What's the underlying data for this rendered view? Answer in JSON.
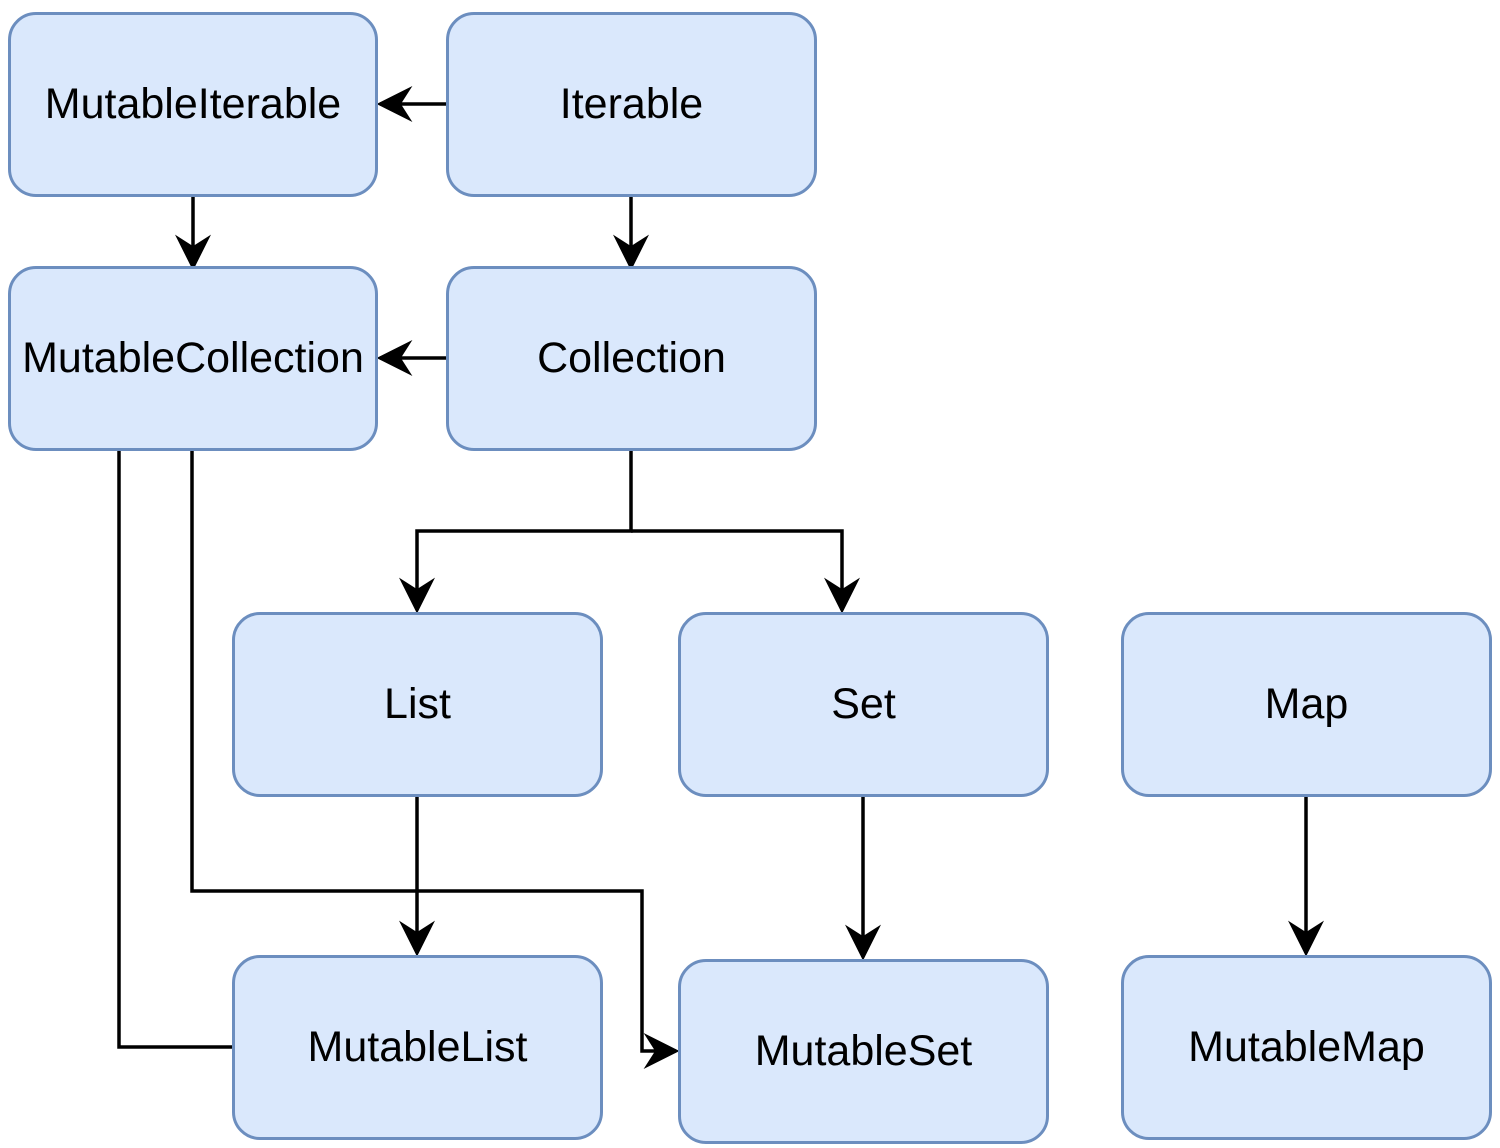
{
  "nodes": {
    "mutable_iterable": "MutableIterable",
    "iterable": "Iterable",
    "mutable_collection": "MutableCollection",
    "collection": "Collection",
    "list": "List",
    "set": "Set",
    "map": "Map",
    "mutable_list": "MutableList",
    "mutable_set": "MutableSet",
    "mutable_map": "MutableMap"
  },
  "edges": [
    {
      "from": "Iterable",
      "to": "MutableIterable"
    },
    {
      "from": "MutableIterable",
      "to": "MutableCollection"
    },
    {
      "from": "Iterable",
      "to": "Collection"
    },
    {
      "from": "Collection",
      "to": "MutableCollection"
    },
    {
      "from": "Collection",
      "to": "List"
    },
    {
      "from": "Collection",
      "to": "Set"
    },
    {
      "from": "List",
      "to": "MutableList"
    },
    {
      "from": "MutableCollection",
      "to": "MutableList"
    },
    {
      "from": "MutableCollection",
      "to": "MutableSet"
    },
    {
      "from": "Set",
      "to": "MutableSet"
    },
    {
      "from": "Map",
      "to": "MutableMap"
    }
  ],
  "colors": {
    "node_fill": "#dae8fc",
    "node_border": "#6c8ebf",
    "edge": "#000000"
  }
}
